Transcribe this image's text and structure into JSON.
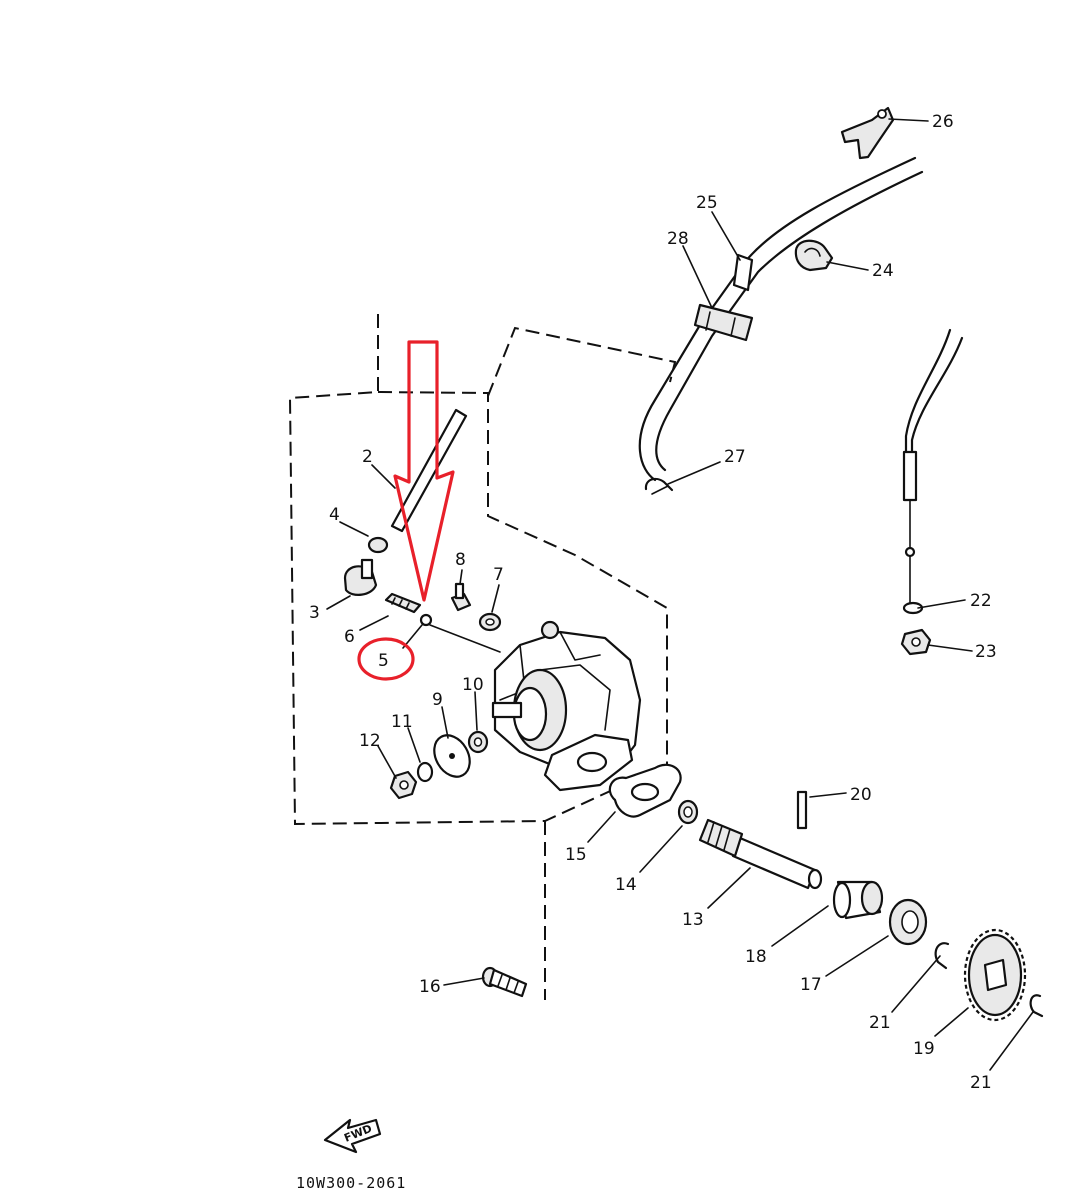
{
  "labels": {
    "p2": "2",
    "p3": "3",
    "p4": "4",
    "p5": "5",
    "p6": "6",
    "p7": "7",
    "p8": "8",
    "p9": "9",
    "p10": "10",
    "p11": "11",
    "p12": "12",
    "p13": "13",
    "p14": "14",
    "p15": "15",
    "p16": "16",
    "p17": "17",
    "p18": "18",
    "p19": "19",
    "p20": "20",
    "p21a": "21",
    "p21b": "21",
    "p22": "22",
    "p23": "23",
    "p24": "24",
    "p25": "25",
    "p26": "26",
    "p27": "27",
    "p28": "28"
  },
  "fwd_badge": "FWD",
  "drawing_code": "10W300-2061",
  "colors": {
    "ink": "#111111",
    "highlight": "#e8202a"
  }
}
